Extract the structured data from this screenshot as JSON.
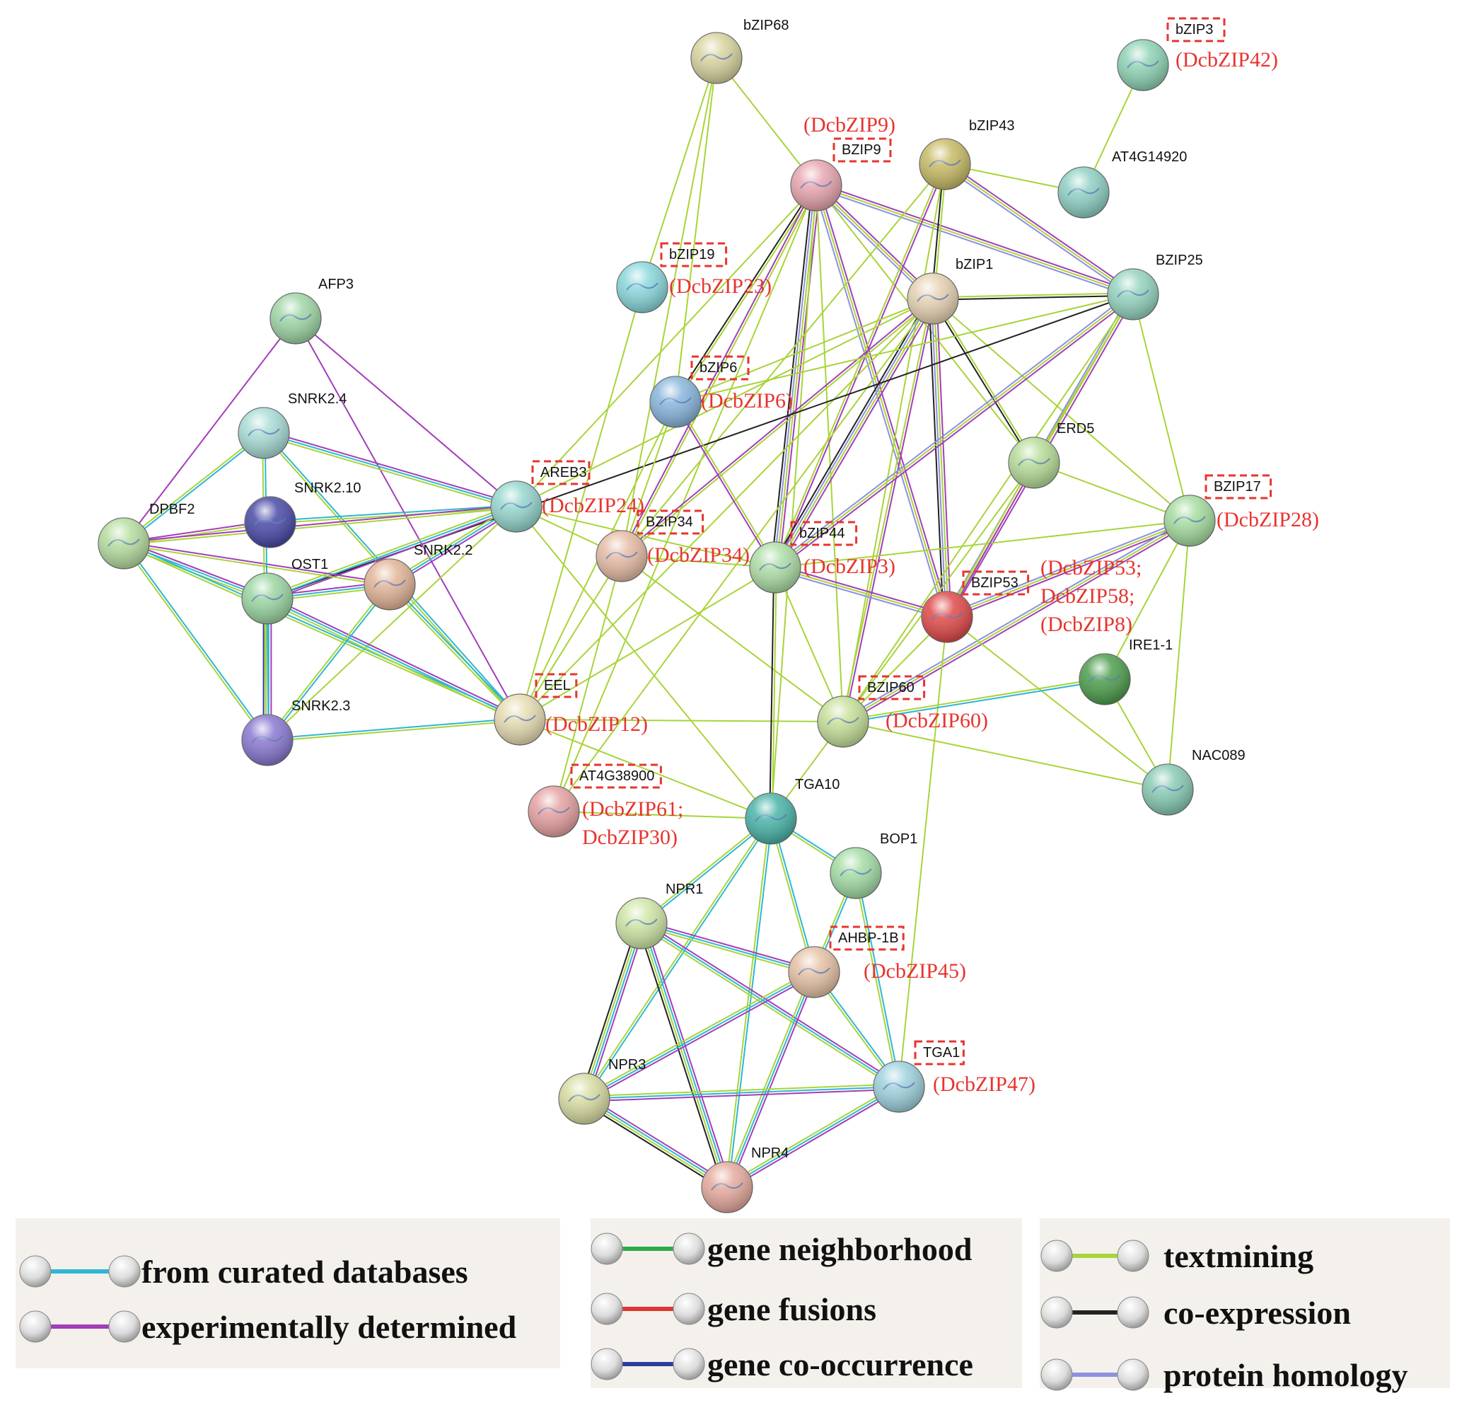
{
  "nodes": [
    {
      "id": "bZIP68",
      "label": "bZIP68",
      "color": "#d8d4a0",
      "boxed": false
    },
    {
      "id": "bZIP3",
      "label": "bZIP3",
      "alias": [
        "(DcbZIP42)"
      ],
      "color": "#8fd3b5",
      "boxed": true
    },
    {
      "id": "BZIP9",
      "label": "BZIP9",
      "alias": [
        "(DcbZIP9)"
      ],
      "color": "#e8a6b0",
      "boxed": true
    },
    {
      "id": "bZIP43",
      "label": "bZIP43",
      "color": "#c8bb66",
      "boxed": false
    },
    {
      "id": "AT4G14920",
      "label": "AT4G14920",
      "color": "#8fd0c4",
      "boxed": false
    },
    {
      "id": "bZIP19",
      "label": "bZIP19",
      "alias": [
        "(DcbZIP23)"
      ],
      "color": "#8ad8dd",
      "boxed": true
    },
    {
      "id": "bZIP1",
      "label": "bZIP1",
      "color": "#e6d2b3",
      "boxed": false
    },
    {
      "id": "BZIP25",
      "label": "BZIP25",
      "color": "#95d4c0",
      "boxed": false
    },
    {
      "id": "AFP3",
      "label": "AFP3",
      "color": "#9fd6a6",
      "boxed": false
    },
    {
      "id": "bZIP6",
      "label": "bZIP6",
      "alias": [
        "(DcbZIP6)"
      ],
      "color": "#89b6dc",
      "boxed": true
    },
    {
      "id": "SNRK2.4",
      "label": "SNRK2.4",
      "color": "#a9dcd6",
      "boxed": false
    },
    {
      "id": "ERD5",
      "label": "ERD5",
      "color": "#b6dd99",
      "boxed": false
    },
    {
      "id": "AREB3",
      "label": "AREB3",
      "alias": [
        "(DcbZIP24)"
      ],
      "color": "#96d6ce",
      "boxed": true
    },
    {
      "id": "SNRK2.10",
      "label": "SNRK2.10",
      "color": "#4a4aa8",
      "boxed": false
    },
    {
      "id": "BZIP17",
      "label": "BZIP17",
      "alias": [
        "(DcbZIP28)"
      ],
      "color": "#a6dca0",
      "boxed": true
    },
    {
      "id": "DPBF2",
      "label": "DPBF2",
      "color": "#b6dda0",
      "boxed": false
    },
    {
      "id": "BZIP34",
      "label": "BZIP34",
      "alias": [
        "(DcbZIP34)"
      ],
      "color": "#e6bca6",
      "boxed": true
    },
    {
      "id": "bZIP44",
      "label": "bZIP44",
      "alias": [
        "(DcbZIP3)"
      ],
      "color": "#aedda6",
      "boxed": true
    },
    {
      "id": "SNRK2.2",
      "label": "SNRK2.2",
      "color": "#e2b598",
      "boxed": false
    },
    {
      "id": "OST1",
      "label": "OST1",
      "color": "#9bd6a2",
      "boxed": false
    },
    {
      "id": "BZIP53",
      "label": "BZIP53",
      "alias": [
        "(DcbZIP53;",
        "DcbZIP58;",
        "(DcbZIP8)"
      ],
      "color": "#e04a4a",
      "boxed": true
    },
    {
      "id": "IRE1-1",
      "label": "IRE1-1",
      "color": "#4e9e4e",
      "boxed": false
    },
    {
      "id": "EEL",
      "label": "EEL",
      "alias": [
        "(DcbZIP12)"
      ],
      "color": "#e6dcb2",
      "boxed": true
    },
    {
      "id": "BZIP60",
      "label": "BZIP60",
      "alias": [
        "(DcbZIP60)"
      ],
      "color": "#c6e09a",
      "boxed": true
    },
    {
      "id": "SNRK2.3",
      "label": "SNRK2.3",
      "color": "#8a78d0",
      "boxed": false
    },
    {
      "id": "NAC089",
      "label": "NAC089",
      "color": "#88cbb4",
      "boxed": false
    },
    {
      "id": "AT4G38900",
      "label": "AT4G38900",
      "alias": [
        "(DcbZIP61;",
        "DcbZIP30)"
      ],
      "color": "#e6a2a2",
      "boxed": true
    },
    {
      "id": "TGA10",
      "label": "TGA10",
      "color": "#4ab4a8",
      "boxed": false
    },
    {
      "id": "BOP1",
      "label": "BOP1",
      "color": "#a4dca6",
      "boxed": false
    },
    {
      "id": "NPR1",
      "label": "NPR1",
      "color": "#cfe6a6",
      "boxed": false
    },
    {
      "id": "AHBP-1B",
      "label": "AHBP-1B",
      "alias": [
        "(DcbZIP45)"
      ],
      "color": "#e6c2a6",
      "boxed": true
    },
    {
      "id": "TGA1",
      "label": "TGA1",
      "alias": [
        "(DcbZIP47)"
      ],
      "color": "#9fd2de",
      "boxed": true
    },
    {
      "id": "NPR3",
      "label": "NPR3",
      "color": "#d8dca2",
      "boxed": false
    },
    {
      "id": "NPR4",
      "label": "NPR4",
      "color": "#e6aa9e",
      "boxed": false
    }
  ],
  "edge_colors": {
    "g": "#a8d43a",
    "m": "#a33db8",
    "c": "#2eb7d2",
    "k": "#222222",
    "b": "#2e3a9e",
    "l": "#8f8fe0"
  },
  "edges": [
    [
      "bZIP68",
      "BZIP9",
      "g"
    ],
    [
      "bZIP68",
      "bZIP6",
      "g"
    ],
    [
      "bZIP68",
      "BZIP34",
      "g"
    ],
    [
      "bZIP3",
      "AT4G14920",
      "g"
    ],
    [
      "bZIP43",
      "AT4G14920",
      "g"
    ],
    [
      "BZIP9",
      "bZIP1",
      "mgl"
    ],
    [
      "BZIP9",
      "BZIP25",
      "mgl"
    ],
    [
      "BZIP9",
      "bZIP6",
      "gk"
    ],
    [
      "BZIP9",
      "BZIP34",
      "gm"
    ],
    [
      "BZIP9",
      "bZIP44",
      "mglk"
    ],
    [
      "BZIP9",
      "BZIP53",
      "mgl"
    ],
    [
      "BZIP9",
      "ERD5",
      "g"
    ],
    [
      "BZIP9",
      "BZIP60",
      "g"
    ],
    [
      "BZIP9",
      "AREB3",
      "g"
    ],
    [
      "BZIP9",
      "AT4G38900",
      "g"
    ],
    [
      "BZIP9",
      "TGA10",
      "g"
    ],
    [
      "bZIP43",
      "bZIP1",
      "gk"
    ],
    [
      "bZIP43",
      "BZIP25",
      "mgl"
    ],
    [
      "bZIP43",
      "bZIP44",
      "mg"
    ],
    [
      "bZIP43",
      "BZIP60",
      "g"
    ],
    [
      "bZIP43",
      "BZIP34",
      "g"
    ],
    [
      "bZIP19",
      "bZIP68",
      "g"
    ],
    [
      "bZIP19",
      "EEL",
      "g"
    ],
    [
      "bZIP1",
      "BZIP25",
      "gk"
    ],
    [
      "bZIP1",
      "bZIP6",
      "g"
    ],
    [
      "bZIP1",
      "BZIP34",
      "gm"
    ],
    [
      "bZIP1",
      "bZIP44",
      "mglk"
    ],
    [
      "bZIP1",
      "BZIP53",
      "mglk"
    ],
    [
      "bZIP1",
      "ERD5",
      "gk"
    ],
    [
      "bZIP1",
      "BZIP60",
      "mg"
    ],
    [
      "bZIP1",
      "AREB3",
      "g"
    ],
    [
      "bZIP1",
      "EEL",
      "g"
    ],
    [
      "bZIP1",
      "AT4G38900",
      "g"
    ],
    [
      "bZIP1",
      "BZIP17",
      "g"
    ],
    [
      "BZIP25",
      "bZIP6",
      "g"
    ],
    [
      "BZIP25",
      "bZIP44",
      "mgl"
    ],
    [
      "BZIP25",
      "BZIP53",
      "mgl"
    ],
    [
      "BZIP25",
      "BZIP60",
      "g"
    ],
    [
      "BZIP25",
      "ERD5",
      "g"
    ],
    [
      "BZIP25",
      "BZIP17",
      "g"
    ],
    [
      "BZIP25",
      "OST1",
      "k"
    ],
    [
      "bZIP6",
      "bZIP44",
      "gm"
    ],
    [
      "bZIP6",
      "EEL",
      "g"
    ],
    [
      "bZIP6",
      "BZIP34",
      "g"
    ],
    [
      "AFP3",
      "DPBF2",
      "m"
    ],
    [
      "AFP3",
      "AREB3",
      "m"
    ],
    [
      "AFP3",
      "EEL",
      "m"
    ],
    [
      "SNRK2.4",
      "DPBF2",
      "cg"
    ],
    [
      "SNRK2.4",
      "AREB3",
      "mcg"
    ],
    [
      "SNRK2.4",
      "EEL",
      "cg"
    ],
    [
      "SNRK2.10",
      "AREB3",
      "cg"
    ],
    [
      "SNRK2.10",
      "DPBF2",
      "gm"
    ],
    [
      "AREB3",
      "DPBF2",
      "gm"
    ],
    [
      "AREB3",
      "OST1",
      "mcg"
    ],
    [
      "AREB3",
      "SNRK2.2",
      "mcg"
    ],
    [
      "AREB3",
      "SNRK2.3",
      "g"
    ],
    [
      "AREB3",
      "bZIP44",
      "g"
    ],
    [
      "AREB3",
      "TGA10",
      "g"
    ],
    [
      "AREB3",
      "BZIP34",
      "g"
    ],
    [
      "DPBF2",
      "OST1",
      "mcg"
    ],
    [
      "DPBF2",
      "SNRK2.2",
      "mg"
    ],
    [
      "DPBF2",
      "SNRK2.3",
      "cg"
    ],
    [
      "DPBF2",
      "EEL",
      "cg"
    ],
    [
      "OST1",
      "SNRK2.2",
      "mcg"
    ],
    [
      "OST1",
      "SNRK2.3",
      "mcgb"
    ],
    [
      "OST1",
      "EEL",
      "mcg"
    ],
    [
      "SNRK2.2",
      "EEL",
      "cg"
    ],
    [
      "SNRK2.2",
      "SNRK2.3",
      "cg"
    ],
    [
      "SNRK2.3",
      "EEL",
      "cg"
    ],
    [
      "SNRK2.4",
      "SNRK2.3",
      "cg"
    ],
    [
      "EEL",
      "BZIP60",
      "g"
    ],
    [
      "EEL",
      "TGA10",
      "g"
    ],
    [
      "EEL",
      "BZIP34",
      "g"
    ],
    [
      "BZIP34",
      "bZIP44",
      "g"
    ],
    [
      "BZIP34",
      "BZIP60",
      "g"
    ],
    [
      "BZIP34",
      "AT4G38900",
      "g"
    ],
    [
      "bZIP44",
      "BZIP53",
      "mgl"
    ],
    [
      "bZIP44",
      "TGA10",
      "gk"
    ],
    [
      "bZIP44",
      "BZIP60",
      "g"
    ],
    [
      "bZIP44",
      "BZIP17",
      "g"
    ],
    [
      "bZIP44",
      "EEL",
      "g"
    ],
    [
      "ERD5",
      "BZIP53",
      "mg"
    ],
    [
      "ERD5",
      "BZIP17",
      "g"
    ],
    [
      "ERD5",
      "BZIP60",
      "g"
    ],
    [
      "BZIP17",
      "BZIP53",
      "mgl"
    ],
    [
      "BZIP17",
      "BZIP60",
      "mgl"
    ],
    [
      "BZIP17",
      "NAC089",
      "g"
    ],
    [
      "BZIP17",
      "IRE1-1",
      "g"
    ],
    [
      "BZIP53",
      "BZIP60",
      "g"
    ],
    [
      "BZIP53",
      "TGA1",
      "g"
    ],
    [
      "BZIP53",
      "NAC089",
      "g"
    ],
    [
      "IRE1-1",
      "BZIP60",
      "cg"
    ],
    [
      "IRE1-1",
      "NAC089",
      "g"
    ],
    [
      "BZIP60",
      "NAC089",
      "g"
    ],
    [
      "BZIP60",
      "TGA10",
      "g"
    ],
    [
      "AT4G38900",
      "TGA10",
      "g"
    ],
    [
      "TGA10",
      "BOP1",
      "cg"
    ],
    [
      "TGA10",
      "NPR1",
      "cg"
    ],
    [
      "TGA10",
      "NPR3",
      "cg"
    ],
    [
      "TGA10",
      "NPR4",
      "cg"
    ],
    [
      "TGA10",
      "AHBP-1B",
      "cg"
    ],
    [
      "BOP1",
      "AHBP-1B",
      "cg"
    ],
    [
      "BOP1",
      "TGA1",
      "cg"
    ],
    [
      "NPR1",
      "AHBP-1B",
      "mcg"
    ],
    [
      "NPR1",
      "TGA1",
      "mcg"
    ],
    [
      "NPR1",
      "NPR3",
      "mcgk"
    ],
    [
      "NPR1",
      "NPR4",
      "mcgk"
    ],
    [
      "AHBP-1B",
      "NPR3",
      "mcg"
    ],
    [
      "AHBP-1B",
      "NPR4",
      "mcg"
    ],
    [
      "AHBP-1B",
      "TGA1",
      "cg"
    ],
    [
      "TGA1",
      "NPR3",
      "mcg"
    ],
    [
      "TGA1",
      "NPR4",
      "mcg"
    ],
    [
      "NPR3",
      "NPR4",
      "mcgk"
    ]
  ],
  "legend": [
    {
      "text": "from curated databases",
      "color": "#2eb7d2"
    },
    {
      "text": "experimentally determined",
      "color": "#a33db8"
    },
    {
      "text": "gene neighborhood",
      "color": "#2fa84a"
    },
    {
      "text": "gene fusions",
      "color": "#e03434"
    },
    {
      "text": "gene co-occurrence",
      "color": "#2e3a9e"
    },
    {
      "text": "textmining",
      "color": "#a8d43a"
    },
    {
      "text": "co-expression",
      "color": "#222222"
    },
    {
      "text": "protein homology",
      "color": "#8f8fe0"
    }
  ]
}
